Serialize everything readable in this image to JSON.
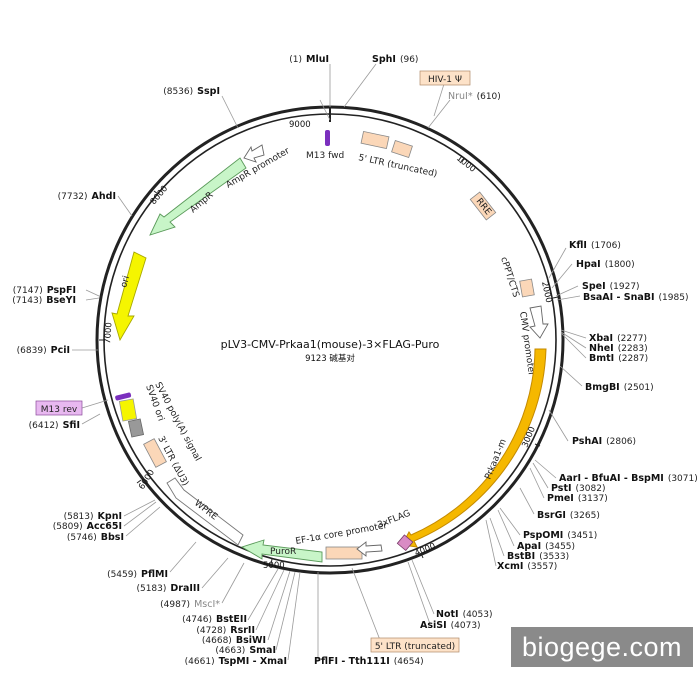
{
  "plasmid": {
    "name": "pLV3-CMV-Prkaa1(mouse)-3×FLAG-Puro",
    "size_label": "9123 碱基对",
    "length": 9123,
    "ticks": [
      {
        "pos": 1000,
        "label": "1000"
      },
      {
        "pos": 2000,
        "label": "2000"
      },
      {
        "pos": 3000,
        "label": "3000"
      },
      {
        "pos": 4000,
        "label": "4000"
      },
      {
        "pos": 5000,
        "label": "5000"
      },
      {
        "pos": 6000,
        "label": "6000"
      },
      {
        "pos": 7000,
        "label": "7000"
      },
      {
        "pos": 8000,
        "label": "8000"
      },
      {
        "pos": 9000,
        "label": "9000"
      }
    ]
  },
  "sites": [
    {
      "name": "MluI",
      "pos": "(1)",
      "side": "left"
    },
    {
      "name": "SphI",
      "pos": "(96)",
      "side": "right"
    },
    {
      "name": "NruI*",
      "pos": "(610)",
      "side": "right",
      "gray": true
    },
    {
      "name": "KflI",
      "pos": "(1706)",
      "side": "right"
    },
    {
      "name": "HpaI",
      "pos": "(1800)",
      "side": "right"
    },
    {
      "name": "SpeI",
      "pos": "(1927)",
      "side": "right"
    },
    {
      "name": "BsaAI - SnaBI",
      "pos": "(1985)",
      "side": "right"
    },
    {
      "name": "XbaI",
      "pos": "(2277)",
      "side": "right"
    },
    {
      "name": "NheI",
      "pos": "(2283)",
      "side": "right"
    },
    {
      "name": "BmtI",
      "pos": "(2287)",
      "side": "right"
    },
    {
      "name": "BmgBI",
      "pos": "(2501)",
      "side": "right"
    },
    {
      "name": "PshAI",
      "pos": "(2806)",
      "side": "right"
    },
    {
      "name": "AarI - BfuAI - BspMI",
      "pos": "(3071)",
      "side": "right"
    },
    {
      "name": "PstI",
      "pos": "(3082)",
      "side": "right"
    },
    {
      "name": "PmeI",
      "pos": "(3137)",
      "side": "right"
    },
    {
      "name": "BsrGI",
      "pos": "(3265)",
      "side": "right"
    },
    {
      "name": "PspOMI",
      "pos": "(3451)",
      "side": "right"
    },
    {
      "name": "ApaI",
      "pos": "(3455)",
      "side": "right"
    },
    {
      "name": "BstBI",
      "pos": "(3533)",
      "side": "right"
    },
    {
      "name": "XcmI",
      "pos": "(3557)",
      "side": "right"
    },
    {
      "name": "NotI",
      "pos": "(4053)",
      "side": "right"
    },
    {
      "name": "AsiSI",
      "pos": "(4073)",
      "side": "right"
    },
    {
      "name": "PflFI - Tth111I",
      "pos": "(4654)",
      "side": "right"
    },
    {
      "name": "TspMI - XmaI",
      "pos": "(4661)",
      "side": "left"
    },
    {
      "name": "SmaI",
      "pos": "(4663)",
      "side": "left"
    },
    {
      "name": "BsiWI",
      "pos": "(4668)",
      "side": "left"
    },
    {
      "name": "RsrII",
      "pos": "(4728)",
      "side": "left"
    },
    {
      "name": "BstEII",
      "pos": "(4746)",
      "side": "left"
    },
    {
      "name": "MscI*",
      "pos": "(4987)",
      "side": "left",
      "gray": true
    },
    {
      "name": "DraIII",
      "pos": "(5183)",
      "side": "left"
    },
    {
      "name": "PflMI",
      "pos": "(5459)",
      "side": "left"
    },
    {
      "name": "BbsI",
      "pos": "(5746)",
      "side": "left"
    },
    {
      "name": "Acc65I",
      "pos": "(5809)",
      "side": "left"
    },
    {
      "name": "KpnI",
      "pos": "(5813)",
      "side": "left"
    },
    {
      "name": "SfiI",
      "pos": "(6412)",
      "side": "left"
    },
    {
      "name": "PciI",
      "pos": "(6839)",
      "side": "left"
    },
    {
      "name": "BseYI",
      "pos": "(7143)",
      "side": "left"
    },
    {
      "name": "PspFI",
      "pos": "(7147)",
      "side": "left"
    },
    {
      "name": "AhdI",
      "pos": "(7732)",
      "side": "left"
    },
    {
      "name": "SspI",
      "pos": "(8536)",
      "side": "left"
    }
  ],
  "features": [
    {
      "label": "M13 fwd",
      "kind": "primer"
    },
    {
      "label": "5' LTR (truncated)",
      "kind": "ltr"
    },
    {
      "label": "RRE",
      "kind": "misc"
    },
    {
      "label": "cPPT/CTS",
      "kind": "misc"
    },
    {
      "label": "CMV promoter",
      "kind": "promoter"
    },
    {
      "label": "Prkaa1-m",
      "kind": "gene"
    },
    {
      "label": "3xFLAG",
      "kind": "tag"
    },
    {
      "label": "EF-1α core promoter",
      "kind": "promoter"
    },
    {
      "label": "PuroR",
      "kind": "marker"
    },
    {
      "label": "WPRE",
      "kind": "misc"
    },
    {
      "label": "3' LTR (ΔU3)",
      "kind": "ltr"
    },
    {
      "label": "SV40 poly(A) signal",
      "kind": "polyA"
    },
    {
      "label": "SV40 ori",
      "kind": "ori"
    },
    {
      "label": "ori",
      "kind": "ori"
    },
    {
      "label": "AmpR",
      "kind": "marker"
    },
    {
      "label": "AmpR promoter",
      "kind": "promoter"
    }
  ],
  "tags": {
    "hiv_psi": "HIV-1 Ψ",
    "m13_rev": "M13 rev",
    "ltr_truncated": "5' LTR (truncated)"
  },
  "colors": {
    "backbone": "#222222",
    "gene": "#f5b800",
    "ori": "#f5f500",
    "marker": "#c8f5c8",
    "misc": "#fbd7b8",
    "promoter": "#ffffff",
    "primer": "#7b2fbe",
    "tag_bg": "#fde2c8",
    "m13rev_bg": "#e8b8f0"
  },
  "watermark": "biogege.com"
}
